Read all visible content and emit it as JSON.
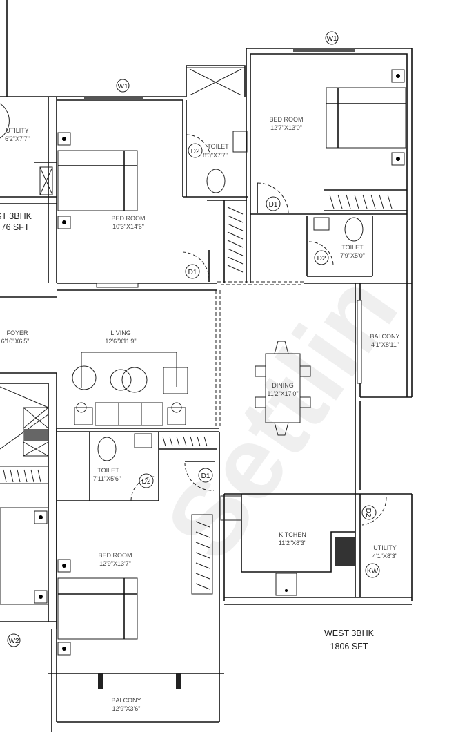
{
  "plan": {
    "unit_name": "WEST 3BHK",
    "unit_area": "1806 SFT",
    "neighbor_name_partial": "ST 3BHK",
    "neighbor_area_partial": "76 SFT",
    "watermark": "Settlin",
    "rooms": {
      "utility_left": {
        "name": "UTILITY",
        "size": "6'2\"X7'7\""
      },
      "bedroom_1": {
        "name": "BED ROOM",
        "size": "10'3\"X14'6\""
      },
      "toilet_1": {
        "name": "TOILET",
        "size": "8'0\"X7'7\""
      },
      "bedroom_2": {
        "name": "BED ROOM",
        "size": "12'7\"X13'0\""
      },
      "toilet_2": {
        "name": "TOILET",
        "size": "7'9\"X5'0\""
      },
      "foyer": {
        "name": "FOYER",
        "size": "6'10\"X6'5\""
      },
      "living": {
        "name": "LIVING",
        "size": "12'6\"X11'9\""
      },
      "dining": {
        "name": "DINING",
        "size": "11'2\"X17'0\""
      },
      "balcony_right": {
        "name": "BALCONY",
        "size": "4'1\"X8'11\""
      },
      "toilet_3": {
        "name": "TOILET",
        "size": "7'11\"X5'6\""
      },
      "bedroom_3": {
        "name": "BED ROOM",
        "size": "12'9\"X13'7\""
      },
      "kitchen": {
        "name": "KITCHEN",
        "size": "11'2\"X8'3\""
      },
      "utility_right": {
        "name": "UTILITY",
        "size": "4'1\"X8'3\""
      },
      "balcony_bottom": {
        "name": "BALCONY",
        "size": "12'9\"X3'6\""
      }
    },
    "tags": {
      "w1": "W1",
      "w2": "W2",
      "d1": "D1",
      "d2": "D2",
      "kw": "KW"
    }
  }
}
